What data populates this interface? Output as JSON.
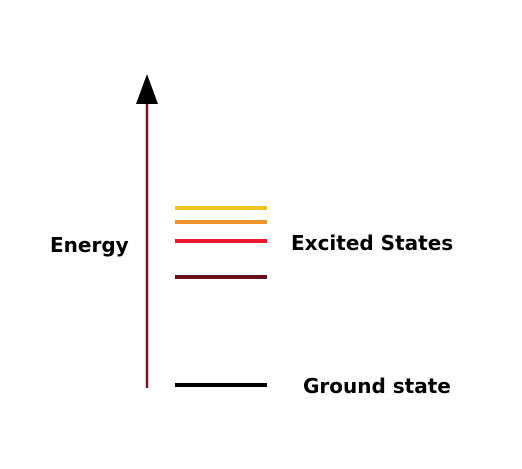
{
  "axis": {
    "label": "Energy",
    "color": "#7a1428"
  },
  "levels": [
    {
      "name": "excited-level-4",
      "color": "#e8c81c"
    },
    {
      "name": "excited-level-3",
      "color": "#f0922a"
    },
    {
      "name": "excited-level-2",
      "color": "#e8192c"
    },
    {
      "name": "excited-level-1",
      "color": "#6b1020"
    },
    {
      "name": "ground-level",
      "color": "#000000"
    }
  ],
  "labels": {
    "excited": "Excited States",
    "ground": "Ground state"
  }
}
